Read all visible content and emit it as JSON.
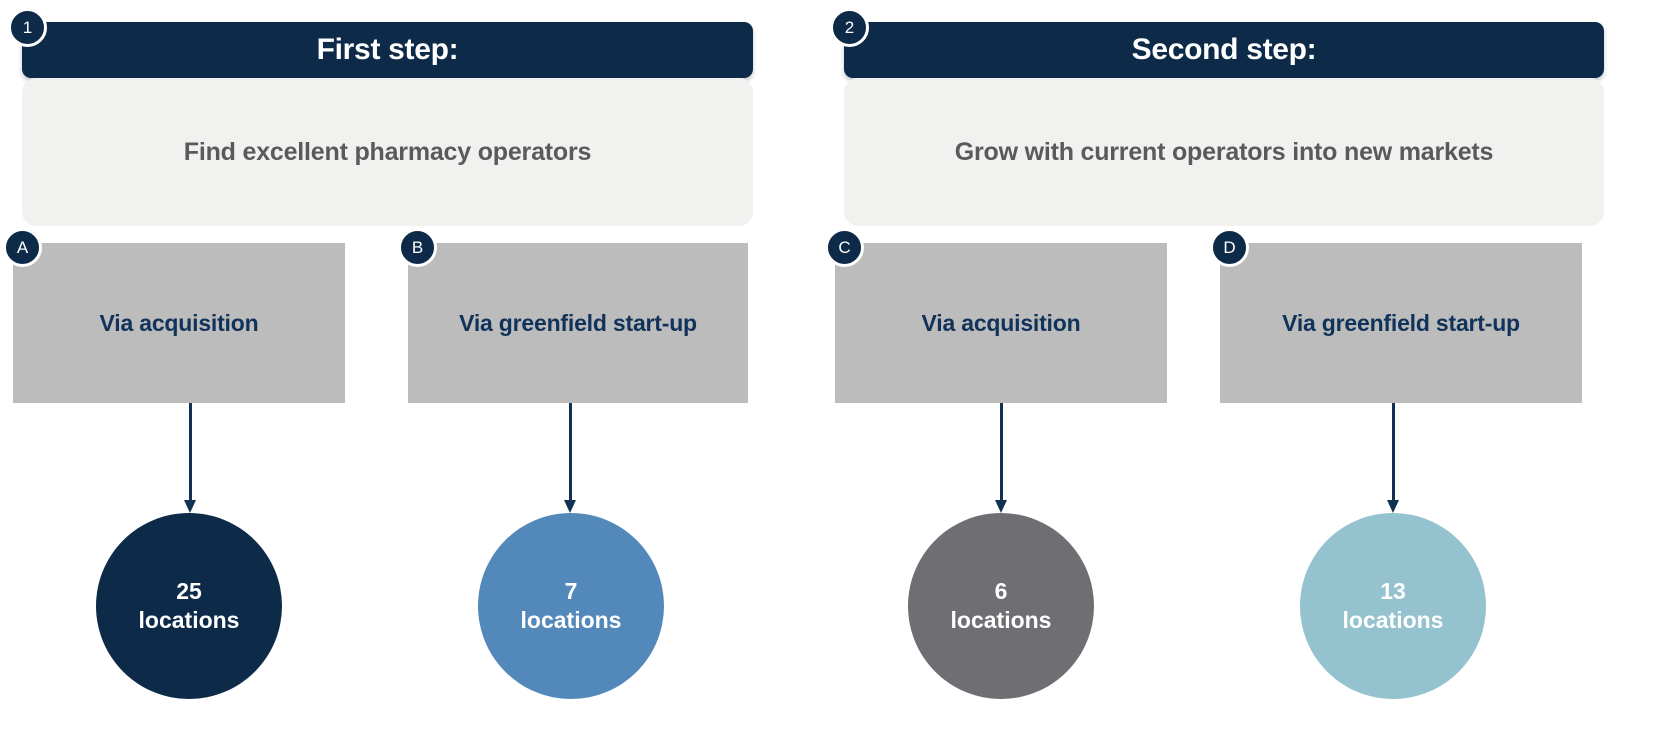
{
  "diagram": {
    "title_implied": "Two-step growth strategy with location outcomes",
    "steps": [
      {
        "badge": "1",
        "header": "First step:",
        "description": "Find excellent pharmacy operators",
        "options": [
          {
            "badge": "A",
            "label": "Via acquisition",
            "result_value": "25",
            "result_unit": "locations",
            "color": "#0d2b49"
          },
          {
            "badge": "B",
            "label": "Via greenfield start-up",
            "result_value": "7",
            "result_unit": "locations",
            "color": "#5389ba"
          }
        ]
      },
      {
        "badge": "2",
        "header": "Second step:",
        "description": "Grow with current operators into new markets",
        "options": [
          {
            "badge": "C",
            "label": "Via acquisition",
            "result_value": "6",
            "result_unit": "locations",
            "color": "#6e6e73"
          },
          {
            "badge": "D",
            "label": "Via greenfield start-up",
            "result_value": "13",
            "result_unit": "locations",
            "color": "#94c2ce"
          }
        ]
      }
    ],
    "colors": {
      "navy": "#0d2b49",
      "header_text": "#ffffff",
      "desc_card_bg": "#f1f1f0",
      "desc_text": "#5a5a5a",
      "option_box_bg": "#bcbcbc",
      "option_label_text": "#11335a",
      "arrow": "#123252",
      "page_bg": "#ffffff"
    }
  }
}
